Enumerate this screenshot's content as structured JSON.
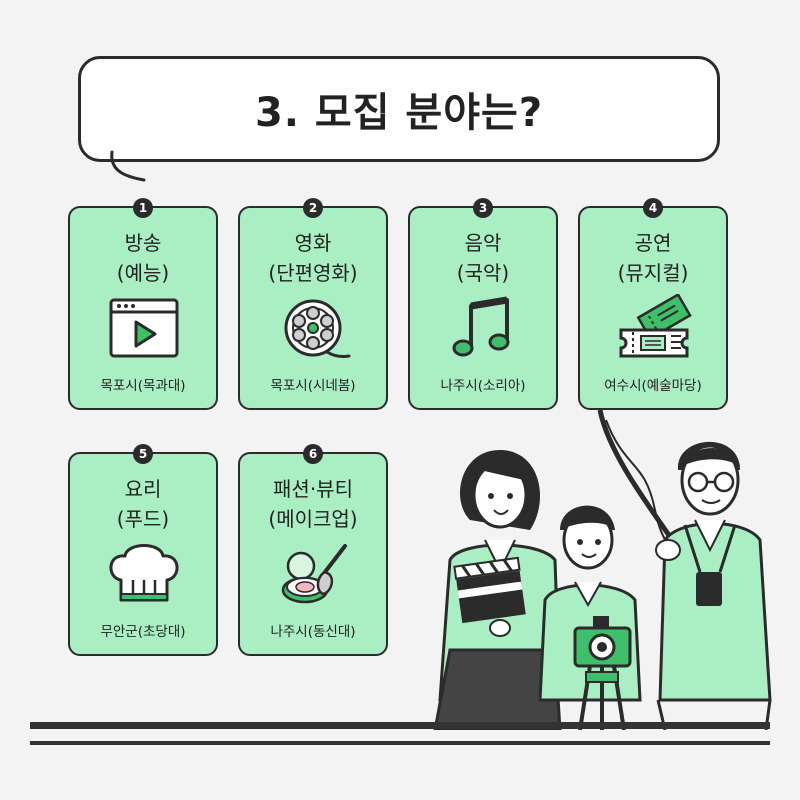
{
  "title": "3. 모집 분야는?",
  "cards": [
    {
      "num": "1",
      "name": "방송",
      "sub": "(예능)",
      "location": "목포시(목과대)",
      "icon": "video-player-icon"
    },
    {
      "num": "2",
      "name": "영화",
      "sub": "(단편영화)",
      "location": "목포시(시네봄)",
      "icon": "film-reel-icon"
    },
    {
      "num": "3",
      "name": "음악",
      "sub": "(국악)",
      "location": "나주시(소리아)",
      "icon": "music-note-icon"
    },
    {
      "num": "4",
      "name": "공연",
      "sub": "(뮤지컬)",
      "location": "여수시(예술마당)",
      "icon": "ticket-icon"
    },
    {
      "num": "5",
      "name": "요리",
      "sub": "(푸드)",
      "location": "무안군(초당대)",
      "icon": "chef-hat-icon"
    },
    {
      "num": "6",
      "name": "패션·뷰티",
      "sub": "(메이크업)",
      "location": "나주시(동신대)",
      "icon": "compact-brush-icon"
    }
  ],
  "colors": {
    "card": "#a9efc3",
    "accent": "#3fbf6a",
    "outline": "#2b2b2b",
    "background": "#f3f3f3"
  }
}
